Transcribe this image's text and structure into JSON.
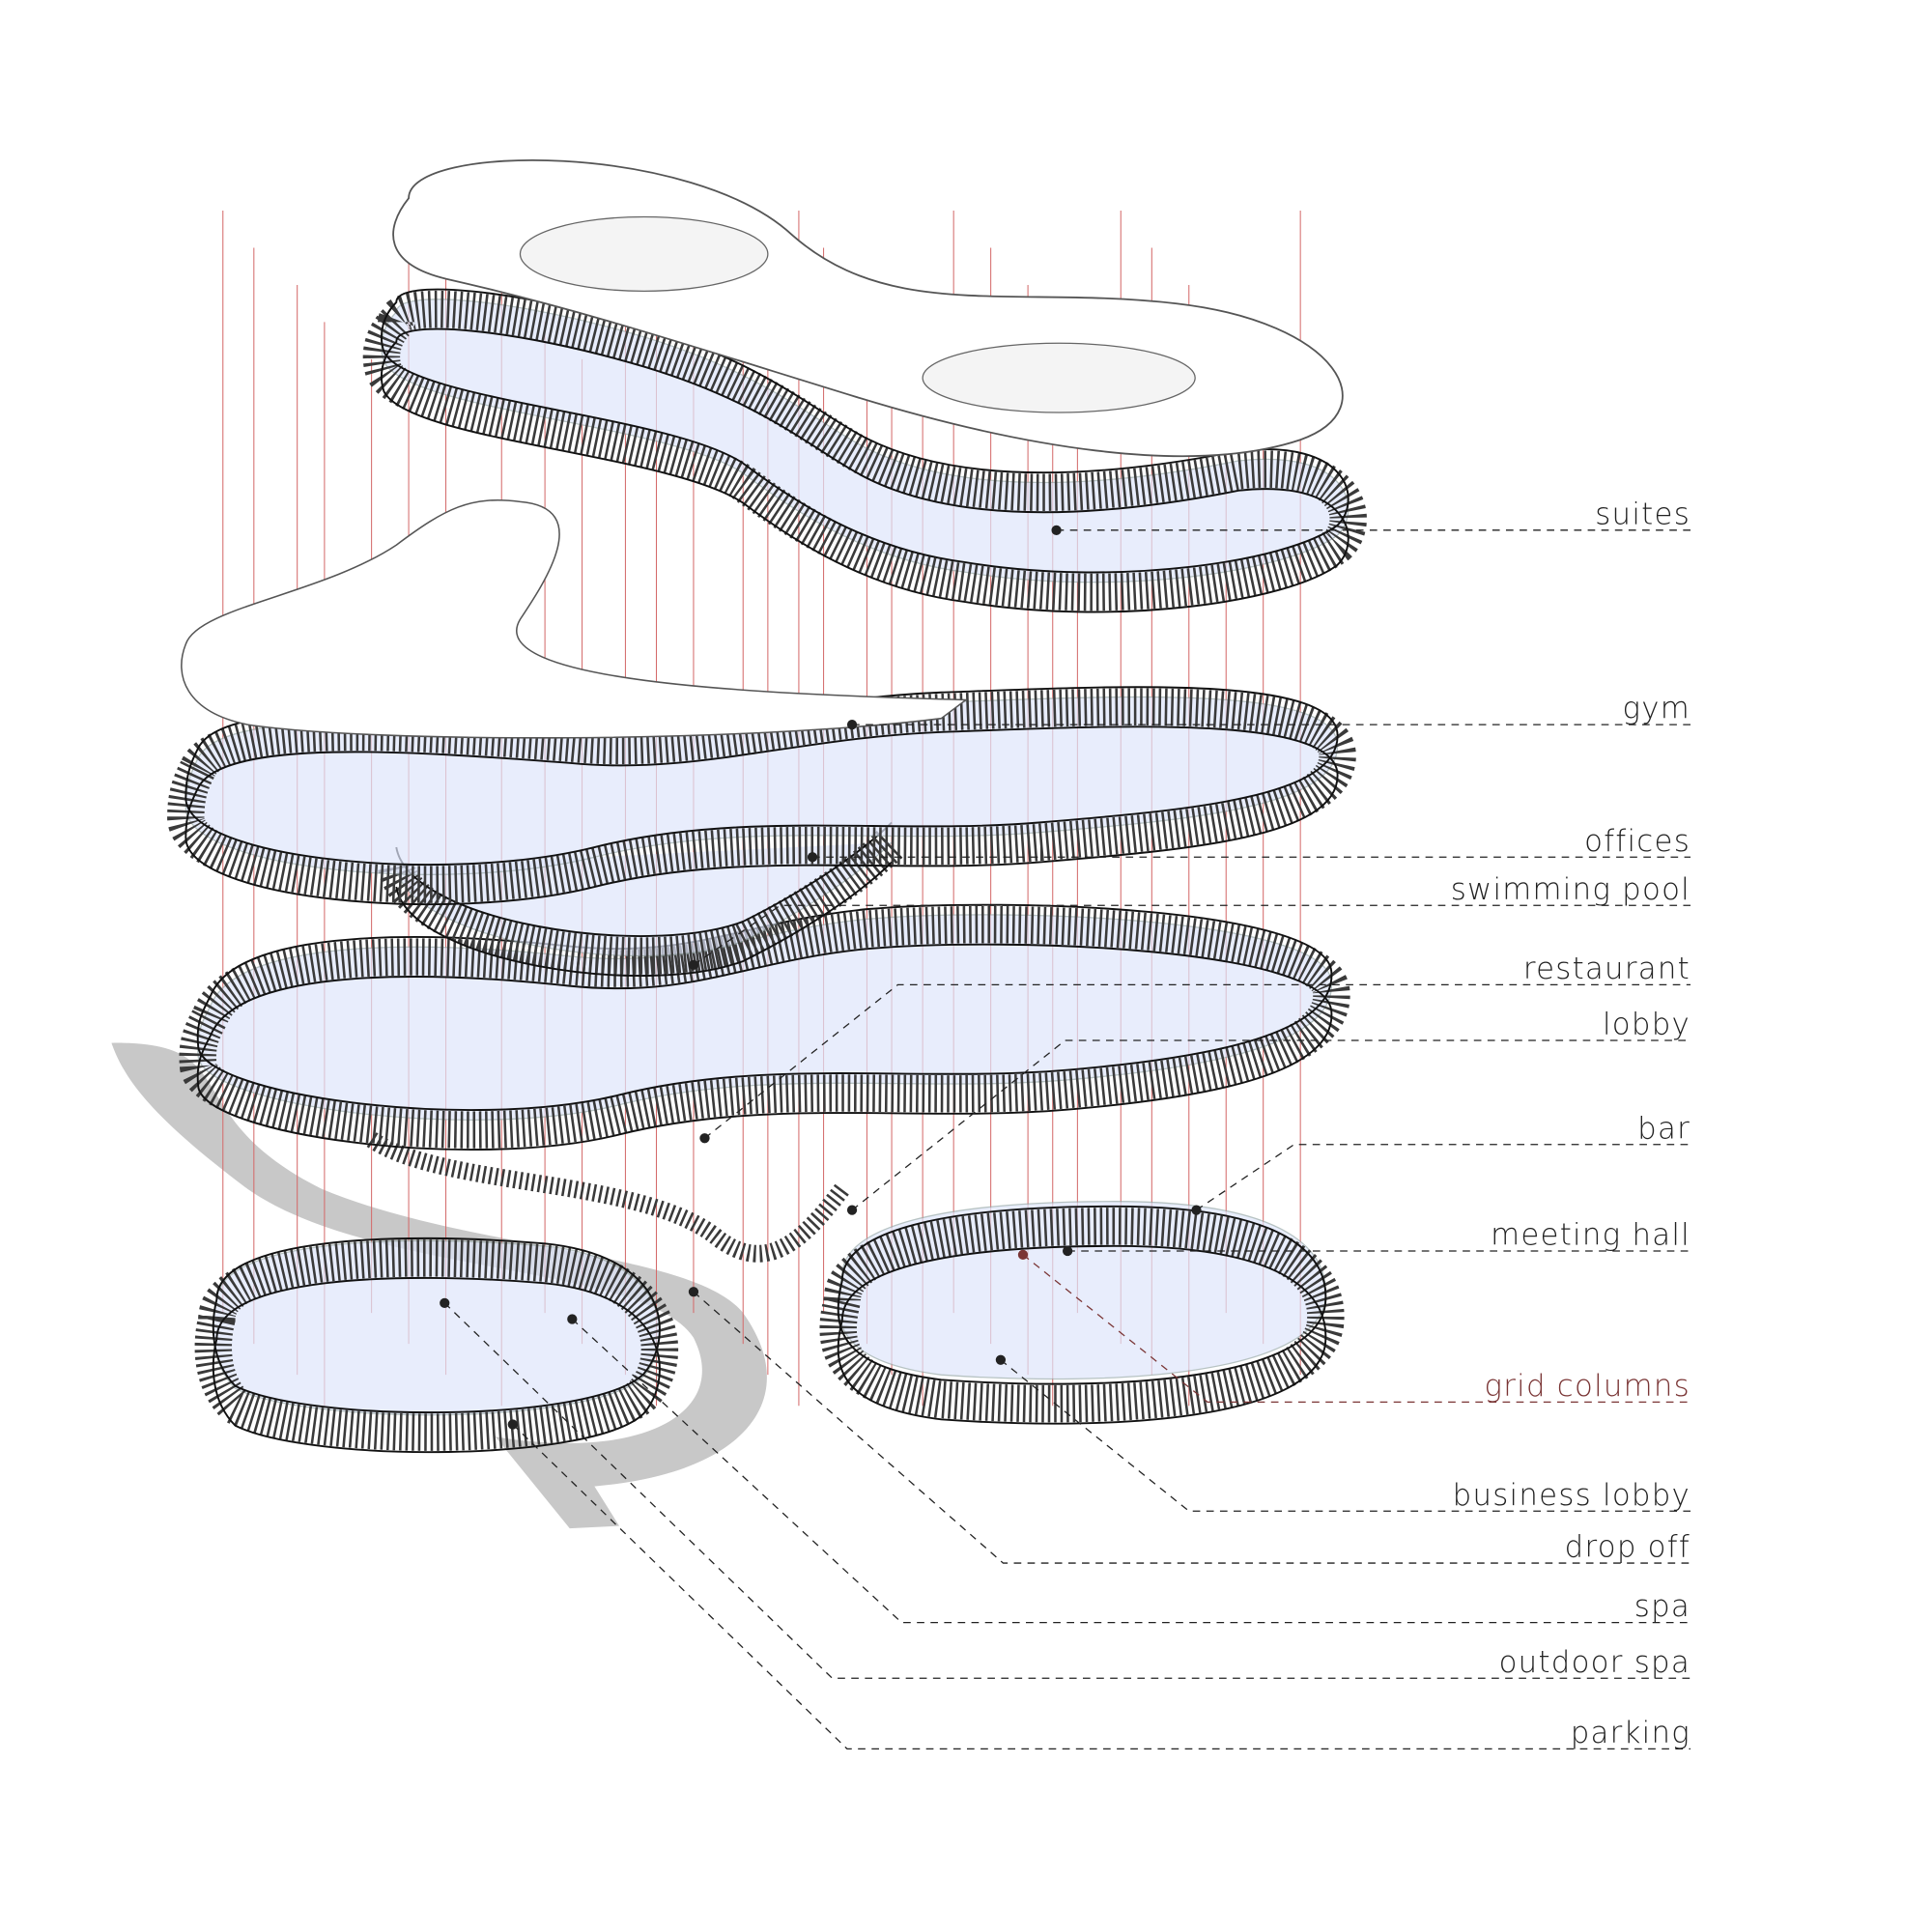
{
  "diagram": {
    "labels": [
      {
        "id": "suites",
        "text": "suites"
      },
      {
        "id": "gym",
        "text": "gym"
      },
      {
        "id": "offices",
        "text": "offices"
      },
      {
        "id": "swimming-pool",
        "text": "swimming pool"
      },
      {
        "id": "restaurant",
        "text": "restaurant"
      },
      {
        "id": "lobby",
        "text": "lobby"
      },
      {
        "id": "bar",
        "text": "bar"
      },
      {
        "id": "meeting-hall",
        "text": "meeting hall"
      },
      {
        "id": "grid-columns",
        "text": "grid columns"
      },
      {
        "id": "business-lobby",
        "text": "business lobby"
      },
      {
        "id": "drop-off",
        "text": "drop off"
      },
      {
        "id": "spa",
        "text": "spa"
      },
      {
        "id": "outdoor-spa",
        "text": "outdoor spa"
      },
      {
        "id": "parking",
        "text": "parking"
      }
    ],
    "colors": {
      "label": "#222222",
      "grid_columns": "#7a3535",
      "column_line": "#d46a6a",
      "facade": "#3a3a3a",
      "glass": "#dfe6fb",
      "road": "#c8c8c8"
    }
  }
}
